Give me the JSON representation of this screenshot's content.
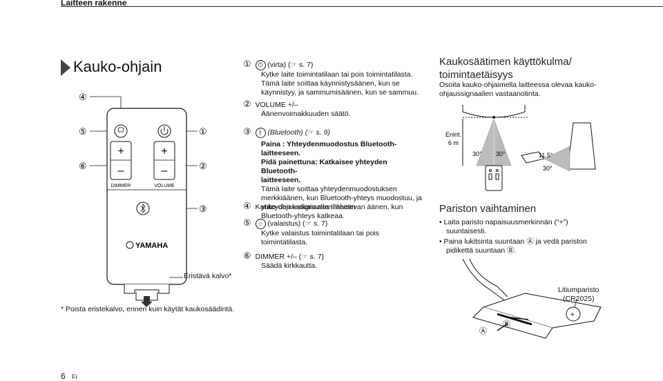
{
  "header": {
    "section": "Laitteen rakenne"
  },
  "title": "Kauko-ohjain",
  "remote": {
    "callouts": {
      "c4": "④",
      "c5": "⑤",
      "c6": "⑥",
      "c1": "①",
      "c2": "②",
      "c3": "③"
    },
    "dimmer_label": "DIMMER",
    "volume_label": "VOLUME",
    "brand": "YAMAHA",
    "insulation_label": "Eristävä kalvo*"
  },
  "items": [
    {
      "num": "①",
      "name": "(virta) (☞ s. 7)",
      "lines": [
        "Kytke laite toimintatilaan tai pois toimintatilasta.",
        "Tämä laite soittaa käynnistysäänen, kun se",
        "käynnistyy, ja sammumisäänen, kun se sammuu."
      ]
    },
    {
      "num": "②",
      "name": "VOLUME +/–",
      "lines": [
        "Äänenvoimakkuuden säätö."
      ]
    },
    {
      "num": "③",
      "name": "(Bluetooth) (☞ s. 9)",
      "l1": "Paina : Yhteydenmuodostus Bluetooth-laitteeseen.",
      "l2": "Pidä painettuna: Katkaisee yhteyden Bluetooth-",
      "l3": "laitteeseen.",
      "lines": [
        "Tämä laite soittaa yhteydenmuodostuksen",
        "merkkiäänen, kun Bluetooth-yhteys muodostuu, ja",
        "yhteyden katkaisusta ilmaisevan äänen, kun",
        "Bluetooth-yhteys katkeaa."
      ]
    },
    {
      "num": "④",
      "name": "Kauko-ohjaussignaalien lähetin"
    },
    {
      "num": "⑤",
      "name": "(valaistus) (☞ s. 7)",
      "lines": [
        "Kytke valaistus toimintatilaan tai pois",
        "toimintatilasta."
      ]
    },
    {
      "num": "⑥",
      "name": "DIMMER +/– (☞ s. 7)",
      "lines": [
        "Säädä kirkkautta."
      ]
    }
  ],
  "range": {
    "title_l1": "Kaukosäätimen käyttökulma/",
    "title_l2": "toimintaetäisyys",
    "sub_l1": "Osoita kauko-ohjaimella laitteessa olevaa kauko-",
    "sub_l2": "ohjaussignaalien vastaanotinta.",
    "max_l1": "Enint.",
    "max_l2": "6 m",
    "angle_left": "30°",
    "angle_right": "30°",
    "angle_tilt": "30°",
    "angle_small": "11.5°"
  },
  "battery": {
    "title": "Pariston vaihtaminen",
    "bullets": [
      [
        "Laita paristo napaisuusmerkinnän (“+”)",
        "suuntaisesti."
      ],
      [
        "Paina lukitsinta suuntaan Ⓐ ja vedä pariston",
        "pidikettä suuntaan Ⓑ."
      ]
    ],
    "lithium_l1": "Litiumparisto",
    "lithium_l2": "(CR2025)",
    "mark_a": "Ⓐ",
    "mark_b": "Ⓑ"
  },
  "footnote": "* Poista eristekalvo, ennen kuin käytät kaukosäädintä.",
  "page": {
    "number": "6",
    "lang": "Fi"
  }
}
